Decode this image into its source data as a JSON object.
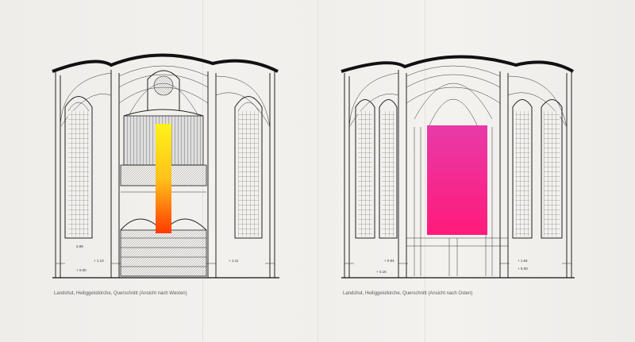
{
  "captions": {
    "left": "Landshut, Heiliggeistkirche, Querschnitt (Ansicht nach Westen)",
    "right": "Landshut, Heiliggeistkirche, Querschnitt (Ansicht nach Osten)"
  },
  "elevation_labels": {
    "l1": "2.95",
    "l2": "+ 1.13",
    "l3": "+ 0.00",
    "l4": "+ 1.11",
    "r1": "+ 0.94",
    "r2": "+ 0.16",
    "r3": "+ 1.64",
    "r4": "+ 0.00"
  },
  "colors": {
    "left_bar_top": "#fff21a",
    "left_bar_bottom": "#ff3a00",
    "right_panel_top": "#e83aa8",
    "right_panel_bottom": "#ff1a7a",
    "ink": "#222222"
  }
}
